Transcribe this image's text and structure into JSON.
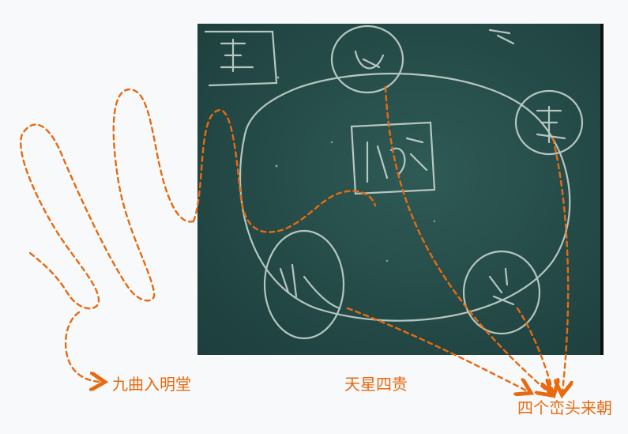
{
  "annotations": {
    "jiuqu_label": "九曲入明堂",
    "tianxing_label": "天星四贵",
    "sige_label": "四个峦头来朝"
  },
  "colors": {
    "annotation": "#e86a10",
    "chalkboard": "#244a47",
    "chalk": "#d9e4df"
  }
}
